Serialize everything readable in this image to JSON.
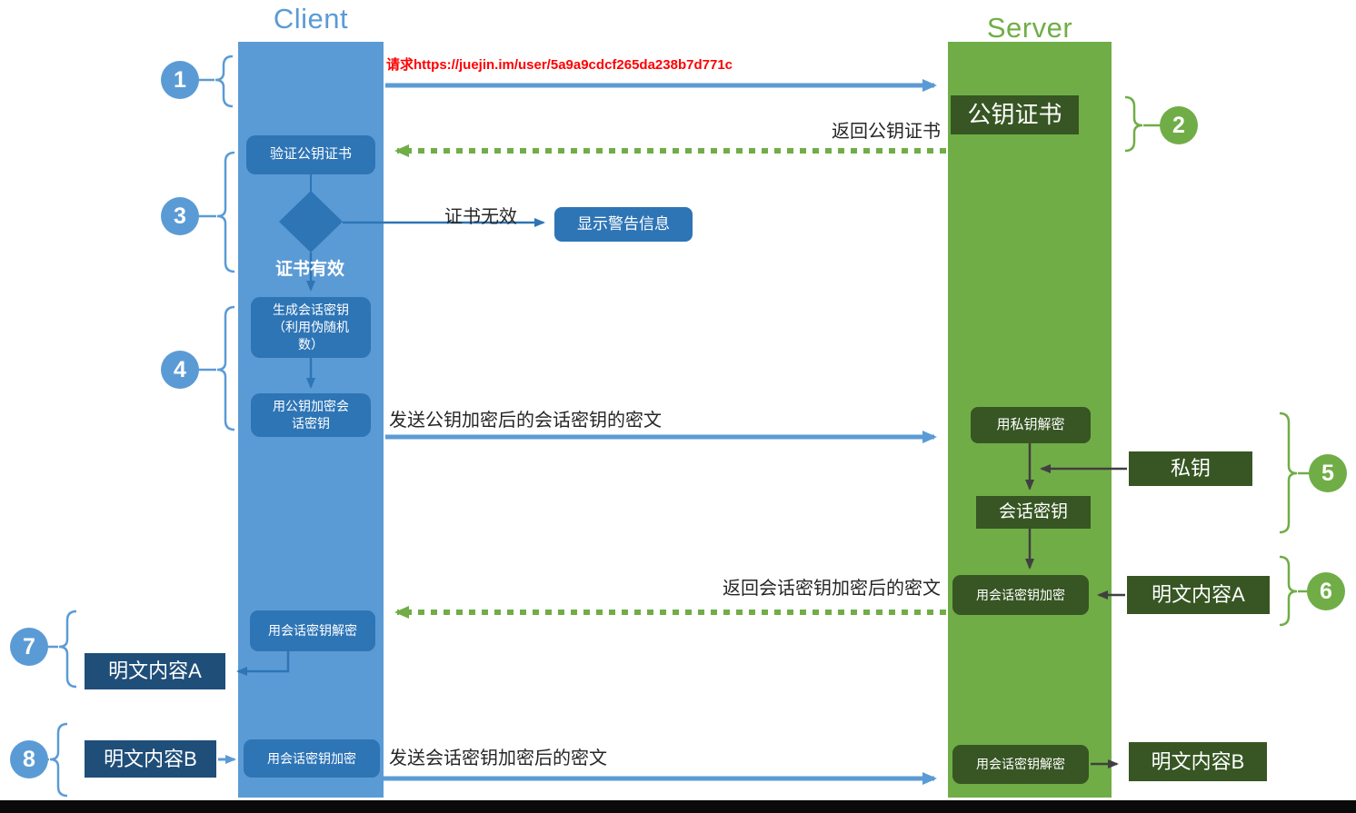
{
  "columns": {
    "client": {
      "title": "Client"
    },
    "server": {
      "title": "Server"
    }
  },
  "colors": {
    "client_column": "#5b9bd5",
    "client_box": "#2e75b6",
    "client_dark_box": "#1f4e79",
    "server_column": "#70ad47",
    "server_box": "#375623",
    "label_text": "#262626",
    "url_text": "#ff0000"
  },
  "steps": {
    "1": {
      "badge": "1",
      "request_label": "请求https://juejin.im/user/5a9a9cdcf265da238b7d771c"
    },
    "2": {
      "badge": "2",
      "return_label": "返回公钥证书",
      "cert_box": "公钥证书"
    },
    "3": {
      "badge": "3",
      "verify_box": "验证公钥证书",
      "invalid_label": "证书无效",
      "warning_box": "显示警告信息",
      "valid_label": "证书有效"
    },
    "4": {
      "badge": "4",
      "generate_box": "生成会话密钥（利用伪随机数）",
      "encrypt_box": "用公钥加密会话密钥",
      "send_label": "发送公钥加密后的会话密钥的密文"
    },
    "5": {
      "badge": "5",
      "decrypt_box": "用私钥解密",
      "private_key_box": "私钥",
      "session_key_box": "会话密钥"
    },
    "6": {
      "badge": "6",
      "return_label": "返回会话密钥加密后的密文",
      "encrypt_box": "用会话密钥加密",
      "plaintext_a_box": "明文内容A"
    },
    "7": {
      "badge": "7",
      "decrypt_box": "用会话密钥解密",
      "plaintext_a_box": "明文内容A"
    },
    "8": {
      "badge": "8",
      "plaintext_b_box": "明文内容B",
      "encrypt_box": "用会话密钥加密",
      "send_label": "发送会话密钥加密后的密文",
      "server_decrypt_box": "用会话密钥解密",
      "server_plaintext_b_box": "明文内容B"
    }
  }
}
